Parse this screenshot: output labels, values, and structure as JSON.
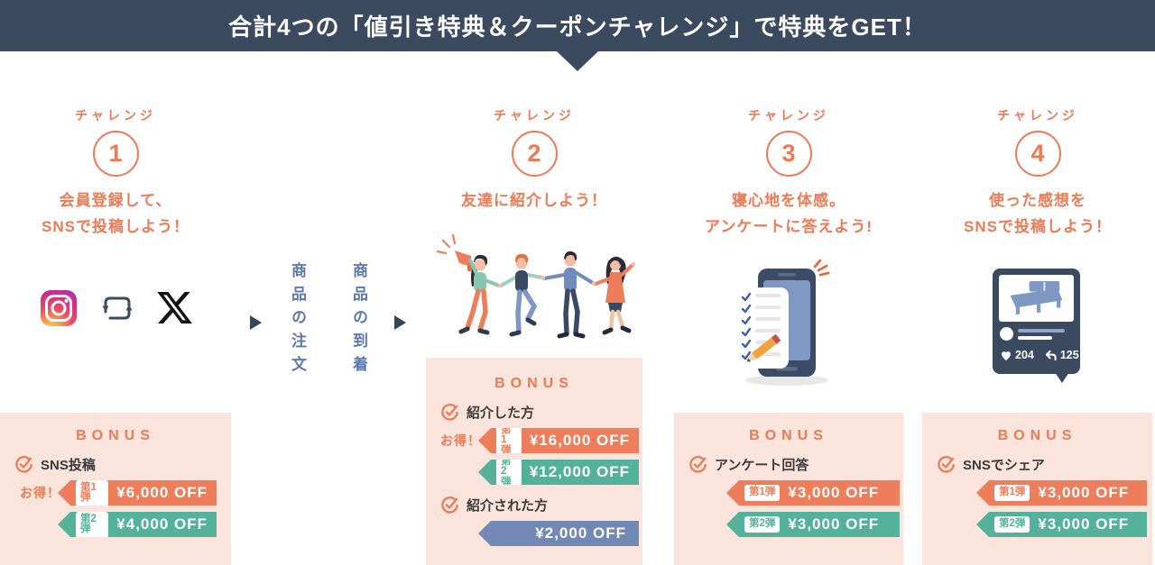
{
  "banner": {
    "title": "合計4つの「値引き特典＆クーポンチャレンジ」で特典をGET！"
  },
  "connector": {
    "step1": "商品の注文",
    "step2": "商品の到着"
  },
  "challenges": [
    {
      "label": "チャレンジ",
      "number": "1",
      "line1": "会員登録して、",
      "line2": "SNSで投稿しよう！",
      "bonus": {
        "heading": "BONUS",
        "item1": {
          "name": "SNS投稿",
          "otoku": "お得！",
          "c1": {
            "badge": "第1弾",
            "amount": "¥6,000 OFF"
          },
          "c2": {
            "badge": "第2弾",
            "amount": "¥4,000 OFF"
          }
        }
      }
    },
    {
      "label": "チャレンジ",
      "number": "2",
      "line1": "友達に紹介しよう！",
      "bonus": {
        "heading": "BONUS",
        "item1": {
          "name": "紹介した方",
          "otoku": "お得！",
          "c1": {
            "badge": "第1弾",
            "amount": "¥16,000 OFF"
          },
          "c2": {
            "badge": "第2弾",
            "amount": "¥12,000 OFF"
          }
        },
        "item2": {
          "name": "紹介された方",
          "c1": {
            "amount": "¥2,000 OFF"
          }
        }
      }
    },
    {
      "label": "チャレンジ",
      "number": "3",
      "line1": "寝心地を体感。",
      "line2": "アンケートに答えよう!",
      "bonus": {
        "heading": "BONUS",
        "item1": {
          "name": "アンケート回答",
          "c1": {
            "badge": "第1弾",
            "amount": "¥3,000 OFF"
          },
          "c2": {
            "badge": "第2弾",
            "amount": "¥3,000 OFF"
          }
        }
      }
    },
    {
      "label": "チャレンジ",
      "number": "4",
      "line1": "使った感想を",
      "line2": "SNSで投稿しよう！",
      "bonus": {
        "heading": "BONUS",
        "item1": {
          "name": "SNSでシェア",
          "c1": {
            "badge": "第1弾",
            "amount": "¥3,000 OFF"
          },
          "c2": {
            "badge": "第2弾",
            "amount": "¥3,000 OFF"
          }
        }
      }
    }
  ],
  "post_card": {
    "likes": "204",
    "shares": "125"
  },
  "colors": {
    "navy": "#3b4a5f",
    "orange": "#ec7a55",
    "orange_ribbon": "#ed7d5b",
    "teal": "#54b29a",
    "blue_ribbon": "#7289b5",
    "pink_bg": "#fae4dc",
    "steel_blue": "#5c79a9"
  }
}
